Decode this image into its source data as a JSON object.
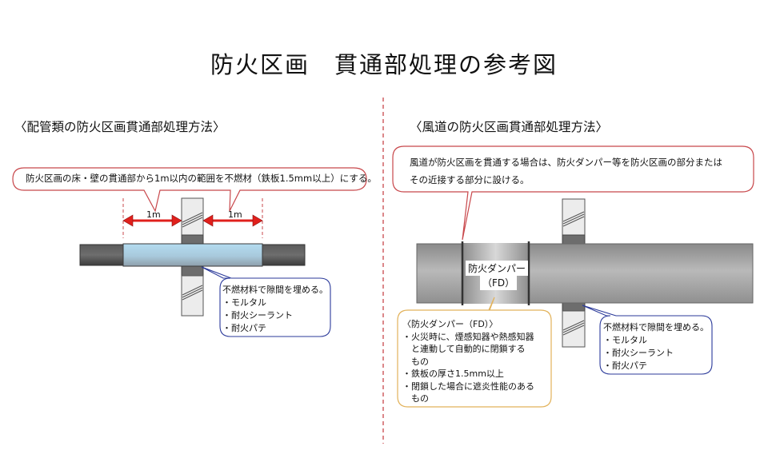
{
  "title": "防火区画　貫通部処理の参考図",
  "left": {
    "heading": "〈配管類の防火区画貫通部処理方法〉",
    "callout_top": "防火区画の床・壁の貫通部から1m以内の範囲を不燃材（鉄板1.5mm以上）にする。",
    "dim_left": "1m",
    "dim_right": "1m",
    "fill_note": {
      "lead": "不燃材料で隙間を埋める。",
      "items": [
        "・モルタル",
        "・耐火シーラント",
        "・耐火パテ"
      ]
    }
  },
  "right": {
    "heading": "〈風道の防火区画貫通部処理方法〉",
    "callout_top_lines": [
      "風道が防火区画を貫通する場合は、防火ダンパー等を防火区画の部分または",
      "その近接する部分に設ける。"
    ],
    "damper_label": "防火ダンパー",
    "damper_abbr": "（FD）",
    "fd_note": {
      "lines": [
        "〈防火ダンパー（FD）〉",
        "・火災時に、煙感知器や熱感知器",
        "　と連動して自動的に閉鎖する",
        "　もの",
        "・鉄板の厚さ1.5mm以上",
        "・閉鎖した場合に遮炎性能のある",
        "　もの"
      ]
    },
    "fill_note": {
      "lead": "不燃材料で隙間を埋める。",
      "items": [
        "・モルタル",
        "・耐火シーラント",
        "・耐火パテ"
      ]
    }
  },
  "colors": {
    "red_outline": "#c8474b",
    "arrow_red": "#e0201c",
    "blue_outline": "#2b3a9a",
    "orange_outline": "#e2b25a",
    "pipe_dark": "#4a4a4a",
    "sleeve_blue": "#aed4ea",
    "duct_gray": "#9a9a9a",
    "wall_fill": "#ececec"
  }
}
